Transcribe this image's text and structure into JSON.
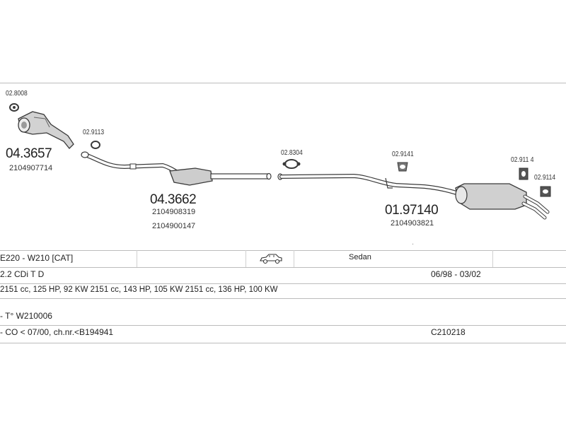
{
  "diagram": {
    "parts": [
      {
        "id": "clamp-1",
        "code": "02.8008"
      },
      {
        "id": "catalyst",
        "code": "04.3657",
        "ref": "2104907714"
      },
      {
        "id": "clamp-2",
        "code": "02.9113"
      },
      {
        "id": "front-pipe",
        "code": "04.3662",
        "ref1": "2104908319",
        "ref2": "2104900147"
      },
      {
        "id": "gasket",
        "code": "02.8304"
      },
      {
        "id": "hanger-1",
        "code": "02.9141"
      },
      {
        "id": "rear-muffler",
        "code": "01.97140",
        "ref": "2104903821"
      },
      {
        "id": "hanger-2",
        "code": "02.911 4"
      },
      {
        "id": "hanger-3",
        "code": "02.9114"
      }
    ],
    "watermark_dot": "."
  },
  "info": {
    "model": "E220 - W210  [CAT]",
    "body": "Sedan",
    "engine": "2.2 CDi T D",
    "years": "06/98 - 03/02",
    "power": "2151 cc, 125 HP, 92 KW 2151 cc, 143 HP, 105 KW 2151 cc, 136 HP, 100 KW",
    "type_note": "- T° W210006",
    "co_note": "- CO < 07/00, ch.nr.<B194941",
    "catalog_code": "C210218"
  },
  "icons": {
    "car": "sedan-car-icon"
  },
  "colors": {
    "line": "#bcbcbc",
    "part_stroke": "#3a3a3a",
    "part_fill": "#cfcfcf"
  }
}
